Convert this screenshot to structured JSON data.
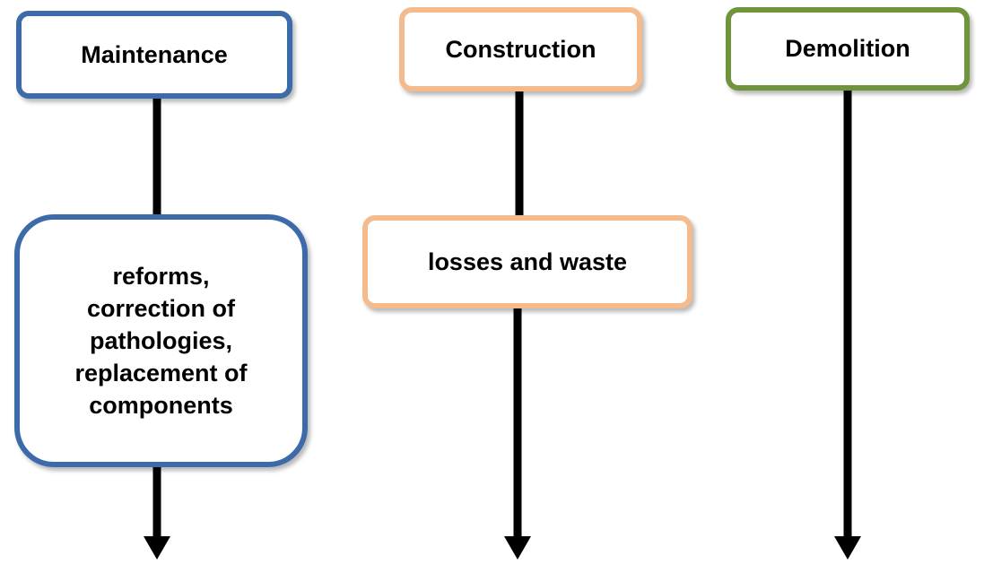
{
  "nodes": {
    "maintenance": {
      "label": "Maintenance",
      "border_color": "#3d6aa8"
    },
    "reforms": {
      "label": "reforms,\ncorrection of\npathologies,\nreplacement of\ncomponents",
      "border_color": "#3d6aa8"
    },
    "construction": {
      "label": "Construction",
      "border_color": "#f4bb8f"
    },
    "losses": {
      "label": "losses and waste",
      "border_color": "#f4bb8f"
    },
    "demolition": {
      "label": "Demolition",
      "border_color": "#6f943a"
    }
  },
  "arrow_color": "#000000"
}
